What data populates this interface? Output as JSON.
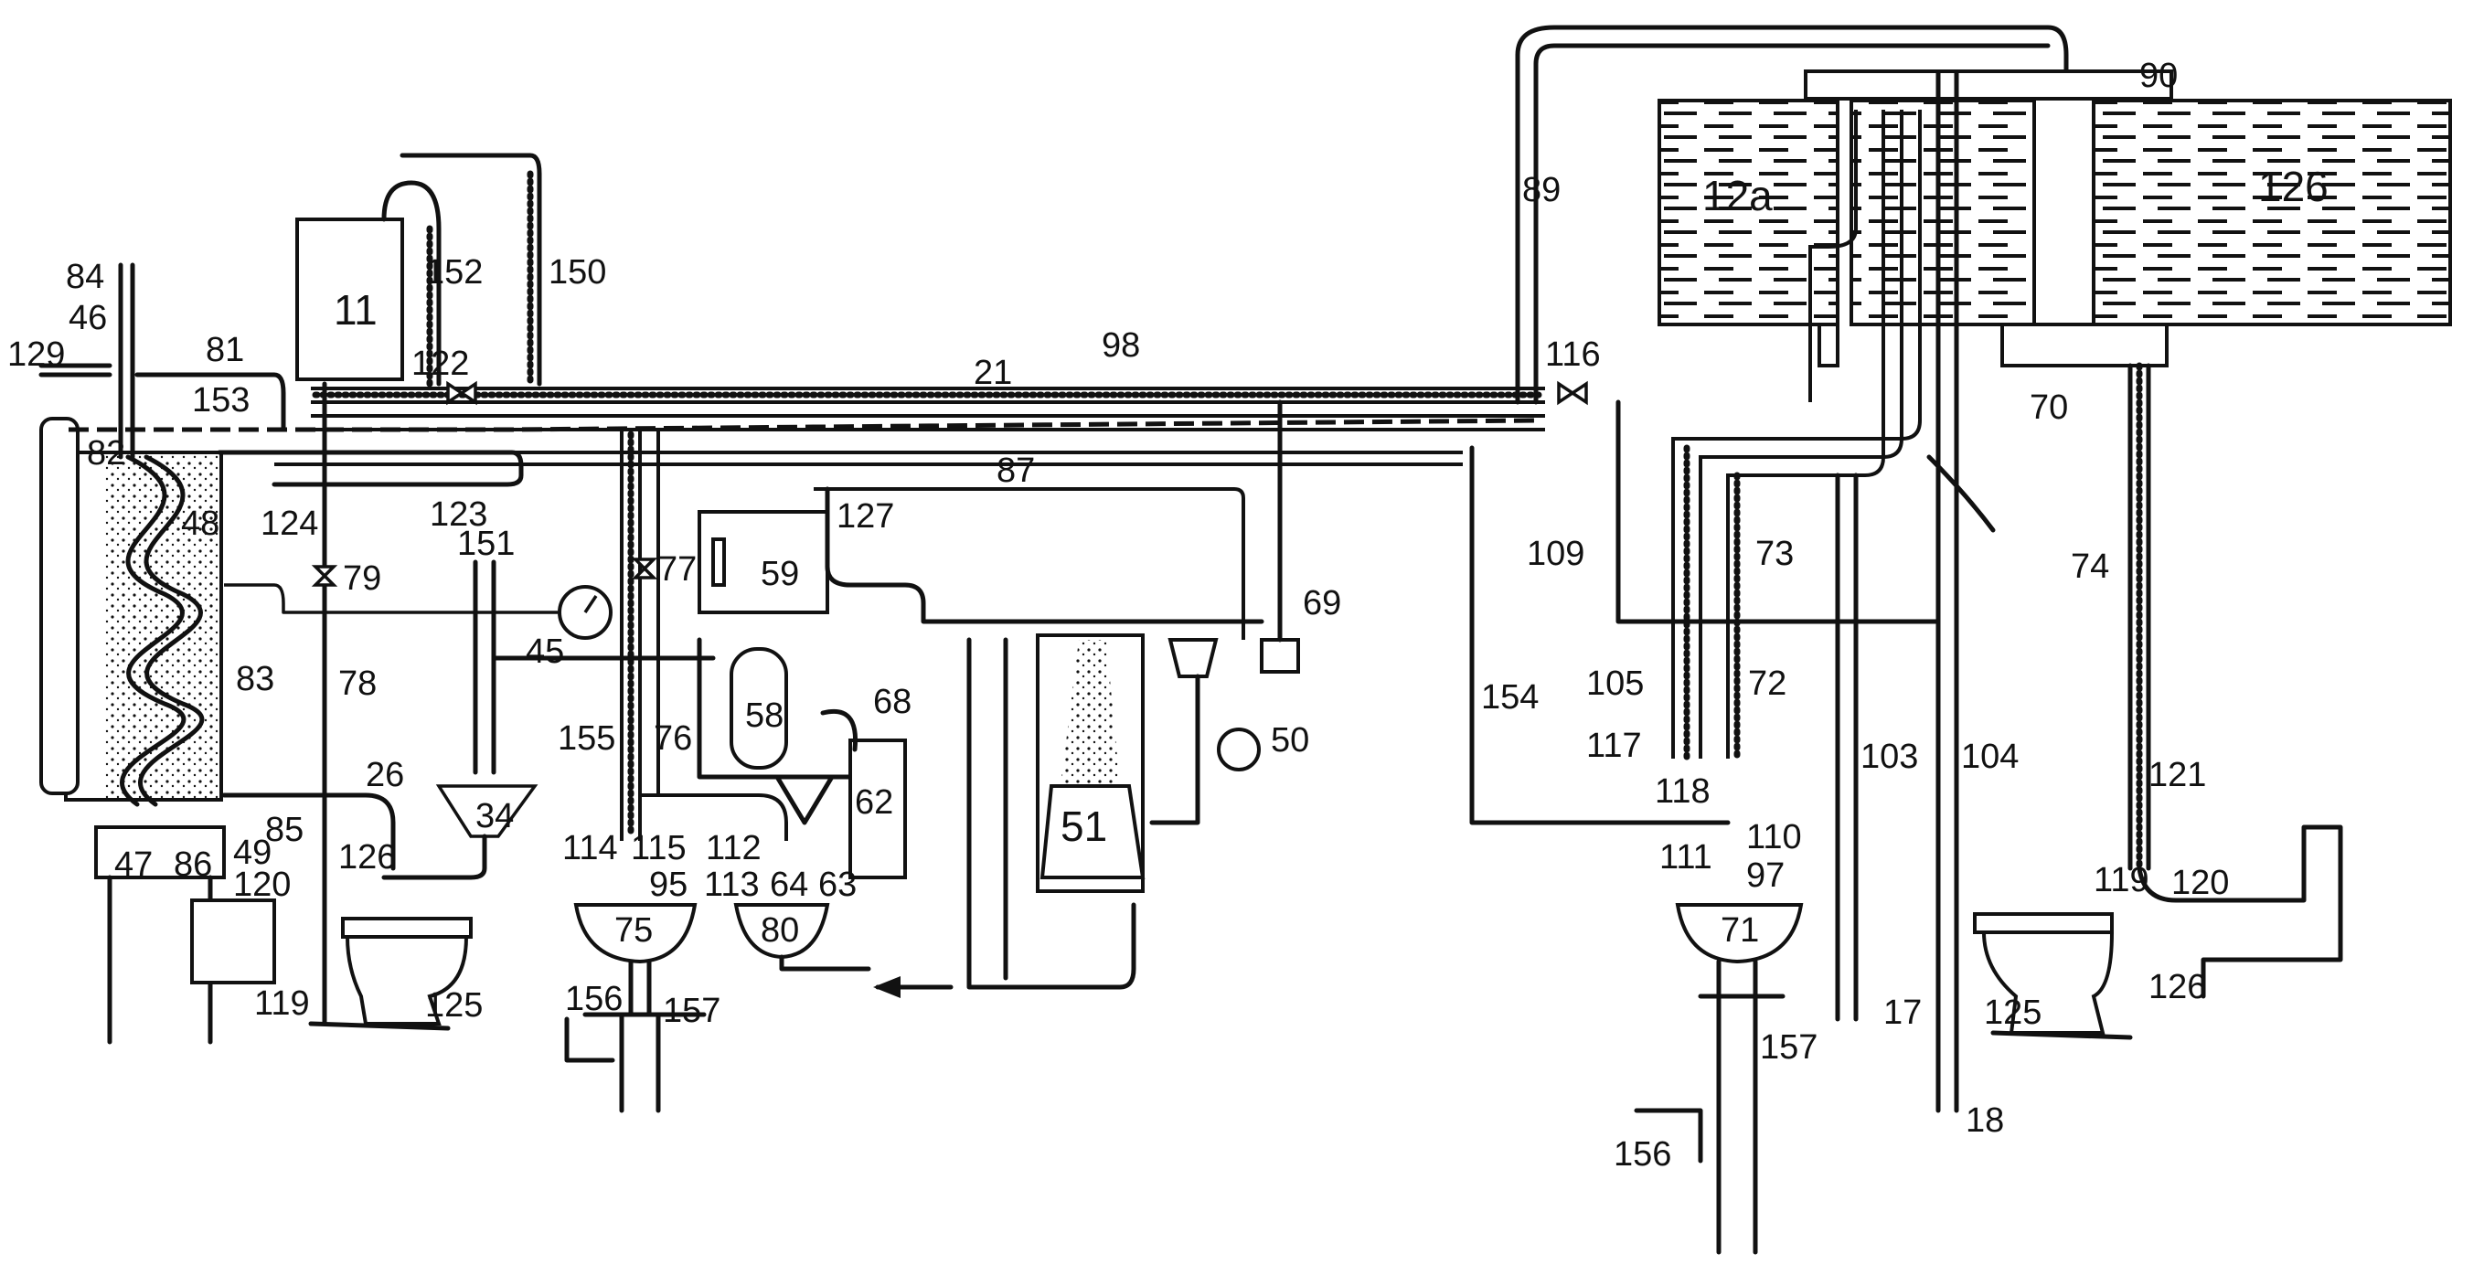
{
  "colors": {
    "ink": "#111111",
    "paper": "#ffffff"
  },
  "labels": {
    "l84": "84",
    "l46": "46",
    "l129": "129",
    "l81": "81",
    "l153": "153",
    "l82": "82",
    "l48": "48",
    "l124": "124",
    "l79": "79",
    "l83": "83",
    "l78": "78",
    "l26": "26",
    "l85": "85",
    "l47": "47",
    "l86": "86",
    "l49": "49",
    "l120a": "120",
    "l126a": "126",
    "l119a": "119",
    "l125a": "125",
    "l11": "11",
    "l152": "152",
    "l150": "150",
    "l122": "122",
    "l123": "123",
    "l151": "151",
    "l45": "45",
    "l34": "34",
    "l155": "155",
    "l76": "76",
    "l77": "77",
    "l114": "114",
    "l115": "115",
    "l112": "112",
    "l113": "113",
    "l95": "95",
    "l64": "64",
    "l63": "63",
    "l75": "75",
    "l80": "80",
    "l156a": "156",
    "l157a": "157",
    "l21": "21",
    "l98": "98",
    "l87": "87",
    "l127": "127",
    "l59": "59",
    "l58": "58",
    "l68": "68",
    "l62": "62",
    "l69": "69",
    "l50": "50",
    "l51": "51",
    "l89": "89",
    "l12a": "12a",
    "l116": "116",
    "l90": "90",
    "l126b": "126",
    "l70": "70",
    "l109": "109",
    "l73": "73",
    "l74": "74",
    "l154": "154",
    "l105": "105",
    "l72": "72",
    "l117": "117",
    "l118": "118",
    "l103": "103",
    "l104": "104",
    "l121": "121",
    "l111": "111",
    "l110": "110",
    "l97": "97",
    "l71": "71",
    "l17": "17",
    "l125b": "125",
    "l119b": "119",
    "l120b": "120",
    "l126c": "126",
    "l157b": "157",
    "l156b": "156",
    "l18": "18"
  }
}
